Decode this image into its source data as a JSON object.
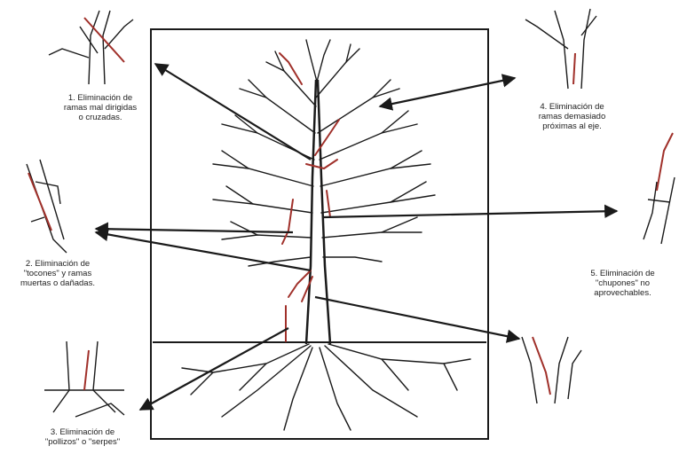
{
  "captions": {
    "c1": {
      "number": "1.",
      "lines": [
        "Eliminación de",
        "ramas mal dirigidas",
        "o cruzadas."
      ]
    },
    "c2": {
      "number": "2.",
      "lines": [
        "Eliminación de",
        "\"tocones\" y ramas",
        "muertas o dañadas."
      ]
    },
    "c3": {
      "number": "3.",
      "lines": [
        "Eliminación de",
        "\"pollizos\" o \"serpes\""
      ]
    },
    "c4": {
      "number": "4.",
      "lines": [
        "Eliminación de",
        "ramas demasiado",
        "próximas al eje."
      ]
    },
    "c5": {
      "number": "5.",
      "lines": [
        "Eliminación de",
        "\"chupones\" no",
        "aprovechables."
      ]
    }
  },
  "colors": {
    "ink": "#1a1a1a",
    "cut_highlight": "#a0302a",
    "background": "#ffffff"
  }
}
